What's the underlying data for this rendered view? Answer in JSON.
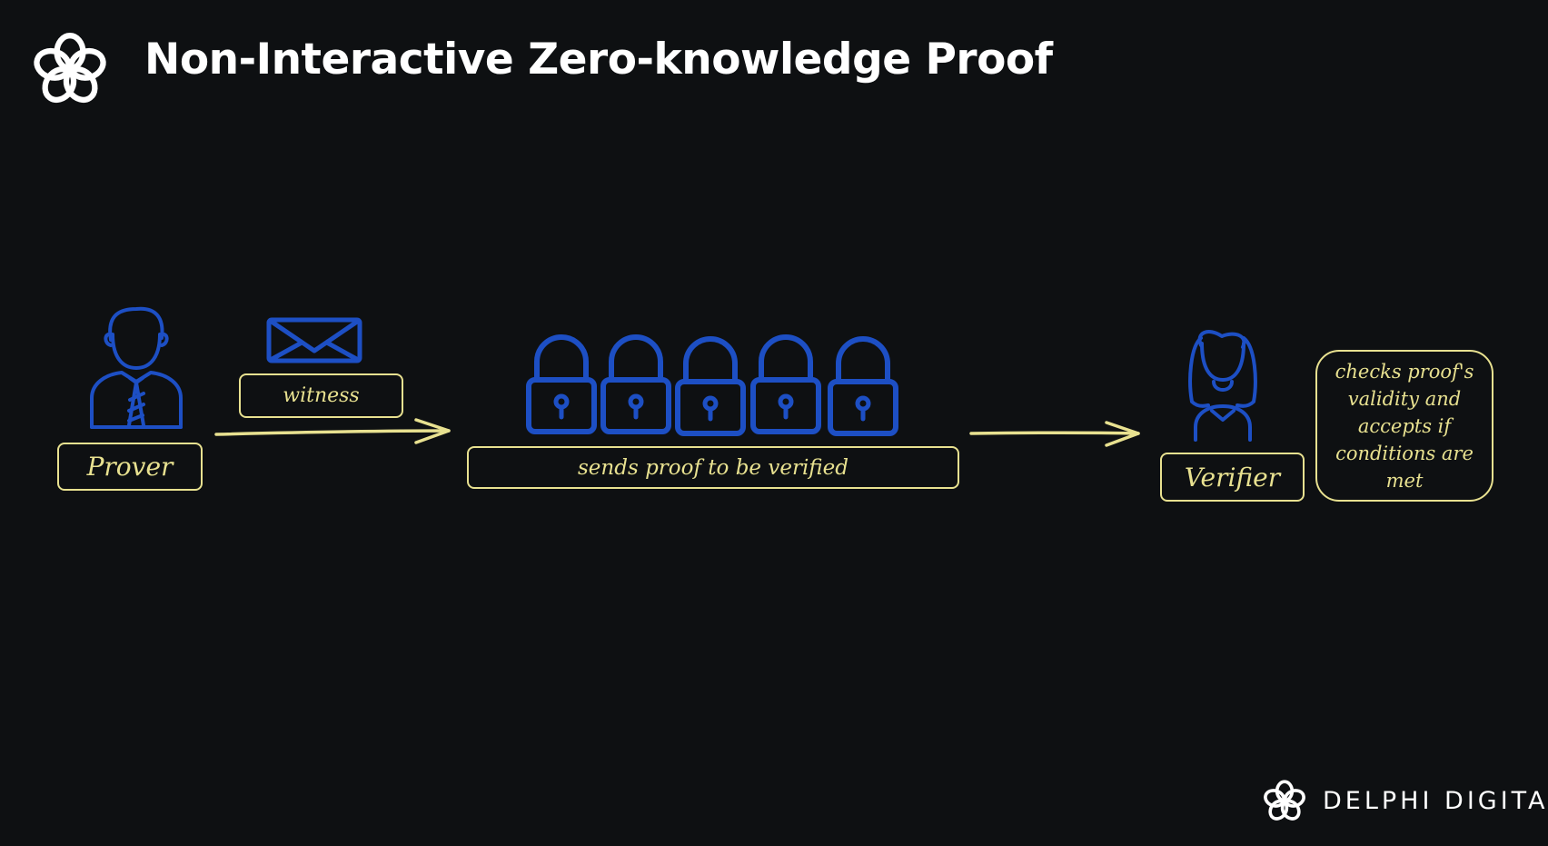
{
  "header": {
    "title": "Non-Interactive Zero-knowledge Proof",
    "logo_icon": "delphi-knot-icon"
  },
  "diagram": {
    "prover_label": "Prover",
    "witness_label": "witness",
    "proof_label": "sends proof to be verified",
    "verifier_label": "Verifier",
    "verifier_note": "checks proof's validity and accepts if conditions are met",
    "lock_count": 5,
    "icons": [
      "prover-person-icon",
      "envelope-icon",
      "padlock-icon",
      "verifier-person-icon",
      "arrow-right-icon"
    ]
  },
  "colors": {
    "background": "#0e1012",
    "label_border": "#e8e190",
    "icon_blue": "#1d4fc4",
    "text_white": "#ffffff"
  },
  "footer": {
    "brand": "DELPHI DIGITAL"
  }
}
